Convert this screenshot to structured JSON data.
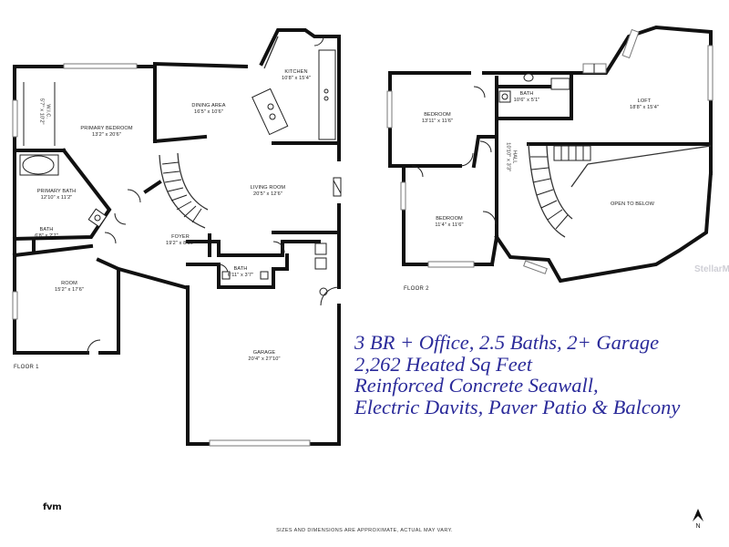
{
  "rooms": {
    "kitchen": {
      "name": "KITCHEN",
      "size": "10'8\" x 15'4\""
    },
    "dining": {
      "name": "DINING AREA",
      "size": "16'5\" x 10'6\""
    },
    "primary_bedroom": {
      "name": "PRIMARY BEDROOM",
      "size": "13'2\" x 20'6\""
    },
    "wic": {
      "name": "W.I.C.",
      "size": "5'7\" x 10'2\""
    },
    "primary_bath": {
      "name": "PRIMARY BATH",
      "size": "12'10\" x 11'2\""
    },
    "living": {
      "name": "LIVING ROOM",
      "size": "20'5\" x 12'6\""
    },
    "bath_small": {
      "name": "BATH",
      "size": "6'8\" x 2'7\""
    },
    "foyer": {
      "name": "FOYER",
      "size": "19'2\" x 8'10\""
    },
    "room": {
      "name": "ROOM",
      "size": "15'2\" x 17'6\""
    },
    "half_bath": {
      "name": "BATH",
      "size": "6'11\" x 3'7\""
    },
    "garage": {
      "name": "GARAGE",
      "size": "20'4\" x 27'10\""
    },
    "bedroom_2": {
      "name": "BEDROOM",
      "size": "13'11\" x 11'6\""
    },
    "bath_up": {
      "name": "BATH",
      "size": "10'6\" x 5'1\""
    },
    "loft": {
      "name": "LOFT",
      "size": "18'8\" x 15'4\""
    },
    "hall": {
      "name": "HALL",
      "size": "10'10\" x 3'3\""
    },
    "bedroom_3": {
      "name": "BEDROOM",
      "size": "11'4\" x 11'6\""
    },
    "open_below": {
      "name": "OPEN TO BELOW",
      "size": ""
    }
  },
  "floors": {
    "floor1": "FLOOR 1",
    "floor2": "FLOOR 2"
  },
  "promo": [
    "3 BR + Office, 2.5 Baths, 2+ Garage",
    "2,262 Heated Sq Feet",
    "Reinforced Concrete Seawall,",
    "Electric Davits, Paver Patio & Balcony"
  ],
  "disclaimer": "SIZES AND DIMENSIONS ARE APPROXIMATE, ACTUAL MAY VARY.",
  "brand": "fvm",
  "watermark": "StellarMLS",
  "north": "N",
  "colors": {
    "walls": "#111111",
    "promo_text": "#2b2b9a"
  }
}
